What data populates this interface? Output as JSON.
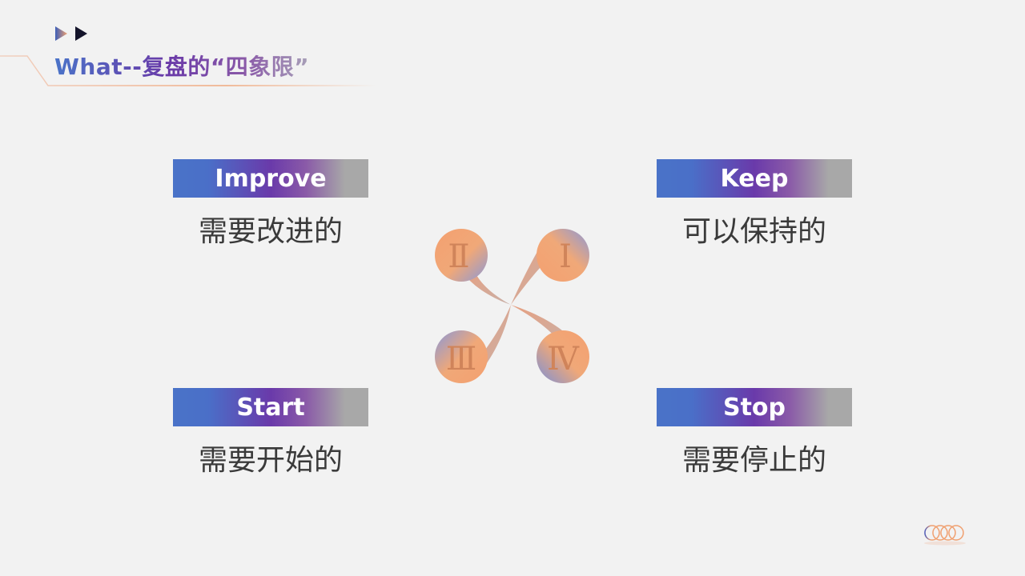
{
  "header": {
    "title": "What--复盘的“四象限”"
  },
  "quadrants": {
    "improve": {
      "label": "Improve",
      "desc": "需要改进的",
      "numeral": "Ⅱ"
    },
    "keep": {
      "label": "Keep",
      "desc": "可以保持的",
      "numeral": "Ⅰ"
    },
    "start": {
      "label": "Start",
      "desc": "需要开始的",
      "numeral": "Ⅲ"
    },
    "stop": {
      "label": "Stop",
      "desc": "需要停止的",
      "numeral": "Ⅳ"
    }
  },
  "colors": {
    "background": "#f2f2f2",
    "blue": "#4a73c8",
    "purple": "#6a3aaa",
    "gray": "#a8a8a8",
    "orange": "#f0a070",
    "axis_cyan": "#8ee0ea",
    "axis_magenta": "#e07ad8"
  },
  "icons": [
    "play-arrow-icon",
    "play-arrow-icon",
    "petal-bubble-icon",
    "rings-logo-icon"
  ]
}
